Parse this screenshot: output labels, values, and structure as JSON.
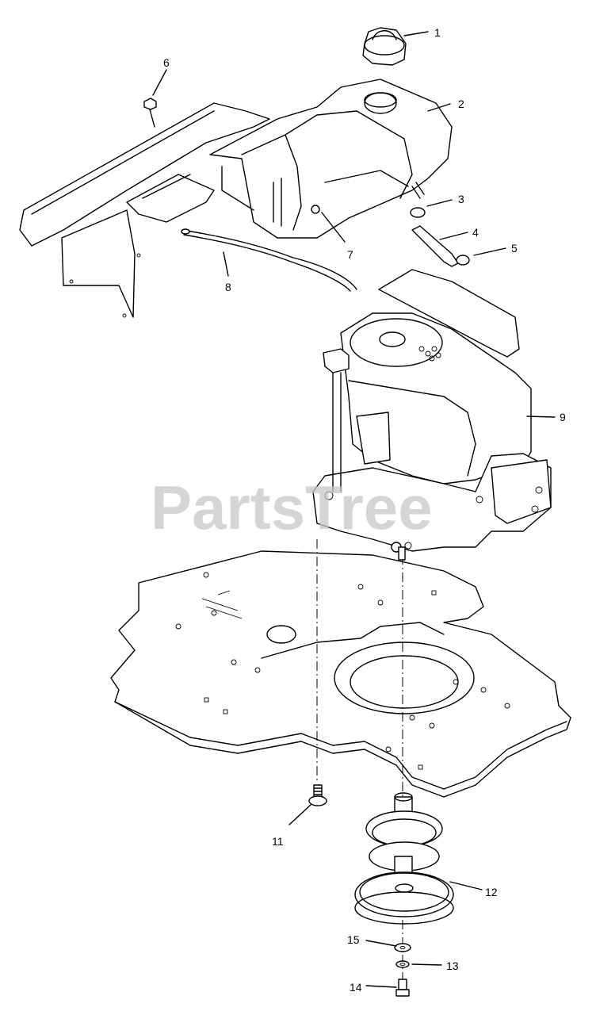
{
  "watermark": "PartsTree",
  "callouts": [
    {
      "id": "1",
      "label": "1"
    },
    {
      "id": "2",
      "label": "2"
    },
    {
      "id": "3",
      "label": "3"
    },
    {
      "id": "4",
      "label": "4"
    },
    {
      "id": "5",
      "label": "5"
    },
    {
      "id": "6",
      "label": "6"
    },
    {
      "id": "7",
      "label": "7"
    },
    {
      "id": "8",
      "label": "8"
    },
    {
      "id": "9",
      "label": "9"
    },
    {
      "id": "11",
      "label": "11"
    },
    {
      "id": "12",
      "label": "12"
    },
    {
      "id": "13",
      "label": "13"
    },
    {
      "id": "14",
      "label": "14"
    },
    {
      "id": "15",
      "label": "15"
    }
  ]
}
